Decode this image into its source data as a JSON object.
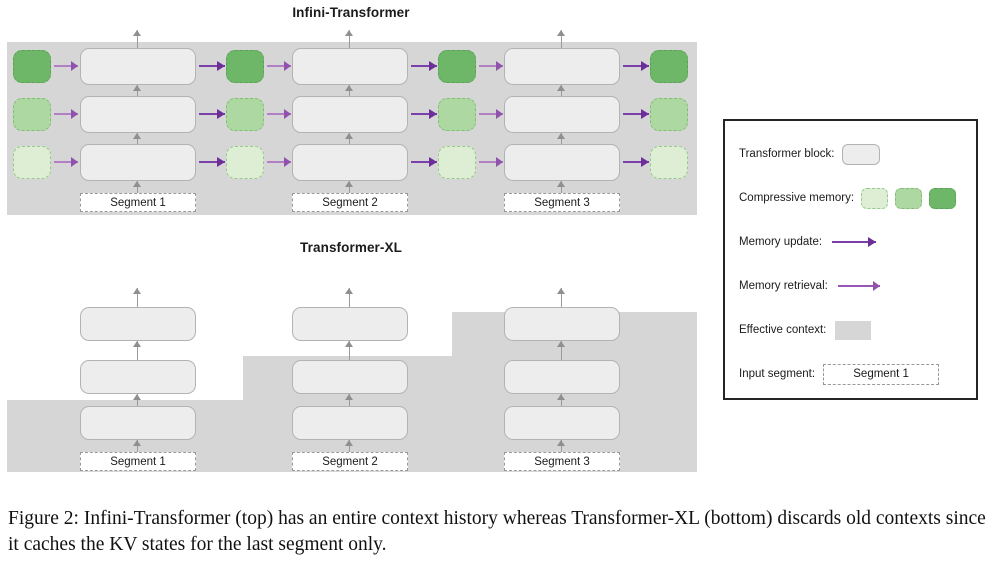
{
  "figure": {
    "caption": "Figure 2:  Infini-Transformer (top) has an entire context history whereas Transformer-XL (bottom) discards old contexts since it caches the KV states for the last segment only."
  },
  "diagrams": [
    {
      "id": "infini-transformer",
      "title": "Infini-Transformer",
      "layers": 3,
      "segments": [
        "Segment 1",
        "Segment 2",
        "Segment 3"
      ],
      "memory_shades": [
        "dark",
        "mid",
        "light"
      ],
      "effective_context": "full"
    },
    {
      "id": "transformer-xl",
      "title": "Transformer-XL",
      "layers": 3,
      "segments": [
        "Segment 1",
        "Segment 2",
        "Segment 3"
      ],
      "effective_context": "staircase"
    }
  ],
  "legend": {
    "rows": [
      {
        "label": "Transformer block:",
        "swatch": "rounded-gray-block"
      },
      {
        "label": "Compressive memory:",
        "swatch": "three-green-memory-boxes"
      },
      {
        "label": "Memory update:",
        "swatch": "thick-purple-arrow"
      },
      {
        "label": "Memory retrieval:",
        "swatch": "thin-purple-arrow"
      },
      {
        "label": "Effective context:",
        "swatch": "gray-rectangle"
      },
      {
        "label": "Input segment:",
        "swatch": "dashed-segment-chip",
        "chip_text": "Segment 1"
      }
    ]
  },
  "colors": {
    "effective_context_gray": "#d6d6d6",
    "transformer_block_fill": "#ededed",
    "transformer_block_border": "#b3b3b3",
    "memory_dark": "#6fb768",
    "memory_mid": "#aed8a2",
    "memory_light": "#ddeed4",
    "memory_border": "#7fb472",
    "memory_update_arrow": "#7a3fa8",
    "memory_retrieval_arrow": "#b07fc4",
    "input_arrow_gray": "#9a9a9a",
    "legend_border": "#242424",
    "text": "#1b1b1b"
  }
}
